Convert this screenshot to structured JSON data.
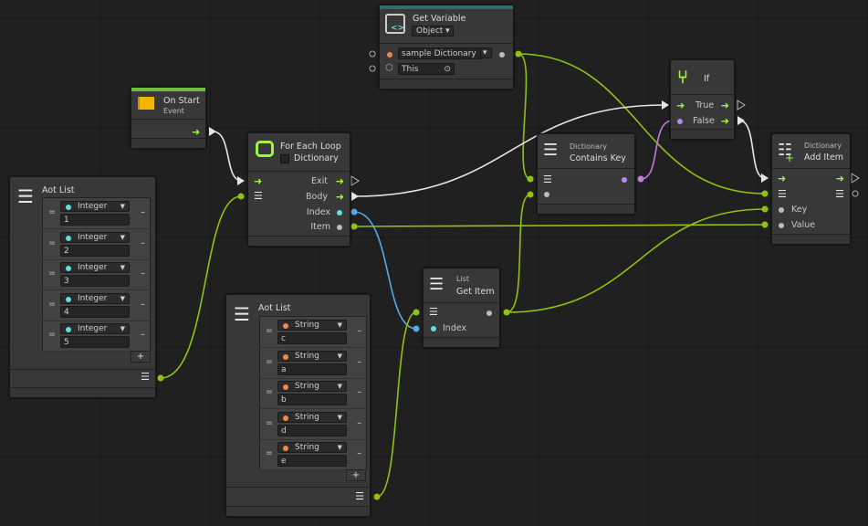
{
  "colors": {
    "flow": "#9ef53c",
    "data_green": "#8fc212",
    "blue": "#5aa8e0",
    "purple": "#c57ad9",
    "teal": "#2f6d6d",
    "event_green": "#6fbf3a"
  },
  "get_variable": {
    "title": "Get Variable",
    "kind": "Object",
    "name": "sample Dictionary",
    "target": "This"
  },
  "on_start": {
    "title": "On Start",
    "subtitle": "Event"
  },
  "for_each": {
    "title": "For Each Loop",
    "option": "Dictionary",
    "exit": "Exit",
    "body": "Body",
    "index": "Index",
    "item": "Item"
  },
  "aot_list_int": {
    "title": "Aot List",
    "type": "Integer",
    "items": [
      "1",
      "2",
      "3",
      "4",
      "5"
    ],
    "add": "+"
  },
  "aot_list_str": {
    "title": "Aot List",
    "type": "String",
    "items": [
      "c",
      "a",
      "b",
      "d",
      "e"
    ],
    "add": "+"
  },
  "get_item": {
    "category": "List",
    "title": "Get Item",
    "index": "Index"
  },
  "contains_key": {
    "category": "Dictionary",
    "title": "Contains Key"
  },
  "if_node": {
    "title": "If",
    "true": "True",
    "false": "False"
  },
  "add_item": {
    "category": "Dictionary",
    "title": "Add Item",
    "key": "Key",
    "value": "Value"
  }
}
